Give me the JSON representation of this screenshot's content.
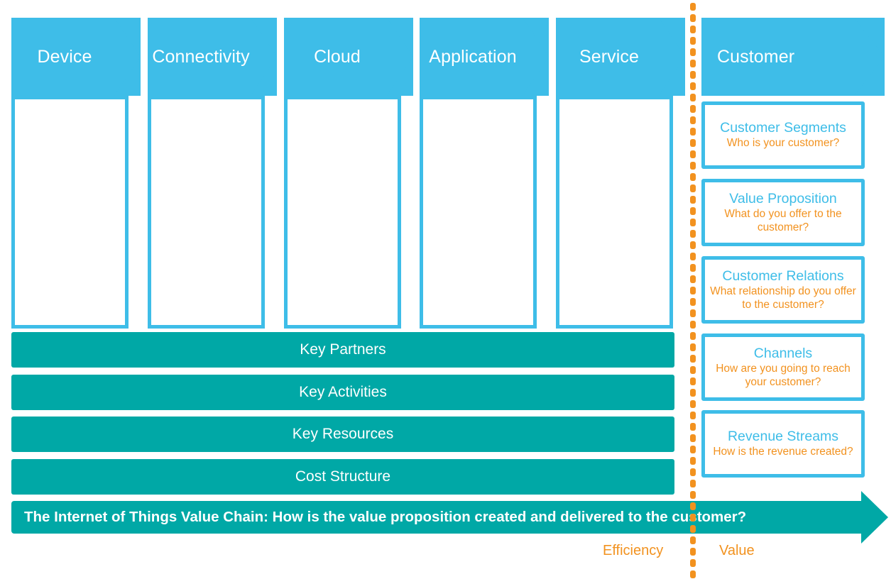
{
  "colors": {
    "blue": "#3ebde8",
    "teal": "#00a8a6",
    "orange": "#f2921f",
    "white": "#ffffff"
  },
  "value_chain": {
    "stages": [
      {
        "label": "Device"
      },
      {
        "label": "Connectivity"
      },
      {
        "label": "Cloud"
      },
      {
        "label": "Application"
      },
      {
        "label": "Service"
      }
    ],
    "customer_stage": {
      "label": "Customer"
    }
  },
  "foundation_bars": [
    {
      "label": "Key Partners"
    },
    {
      "label": "Key Activities"
    },
    {
      "label": "Key Resources"
    },
    {
      "label": "Cost Structure"
    }
  ],
  "bottom_arrow": {
    "label": "The Internet of Things Value Chain: How is the value proposition created and delivered to the customer?"
  },
  "customer_boxes": [
    {
      "title": "Customer Segments",
      "subtitle": "Who is your customer?"
    },
    {
      "title": "Value Proposition",
      "subtitle": "What do you offer to the customer?"
    },
    {
      "title": "Customer Relations",
      "subtitle": "What relationship do you offer to the customer?"
    },
    {
      "title": "Channels",
      "subtitle": "How are you going to reach your customer?"
    },
    {
      "title": "Revenue Streams",
      "subtitle": "How is the revenue created?"
    }
  ],
  "footer": {
    "efficiency_label": "Efficiency",
    "value_label": "Value"
  }
}
